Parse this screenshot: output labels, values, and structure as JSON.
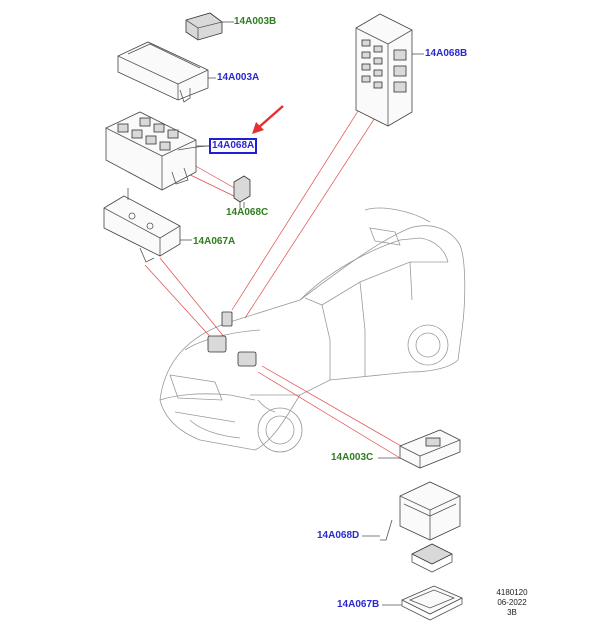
{
  "labels": {
    "p_14a003b": "14A003B",
    "p_14a003a": "14A003A",
    "p_14a068a": "14A068A",
    "p_14a068c": "14A068C",
    "p_14a067a": "14A067A",
    "p_14a068b": "14A068B",
    "p_14a003c": "14A003C",
    "p_14a068d": "14A068D",
    "p_14a067b": "14A067B"
  },
  "drawing_code": {
    "number": "4180120",
    "date": "06-2022",
    "sheet": "3B"
  },
  "colors": {
    "green_label": "#2f7d1e",
    "blue_label": "#2a2ad0",
    "leader_red": "#e04a4a",
    "highlight_box": "#1f1fd6"
  },
  "icons": {
    "selected_arrow": "red-arrow-icon"
  }
}
